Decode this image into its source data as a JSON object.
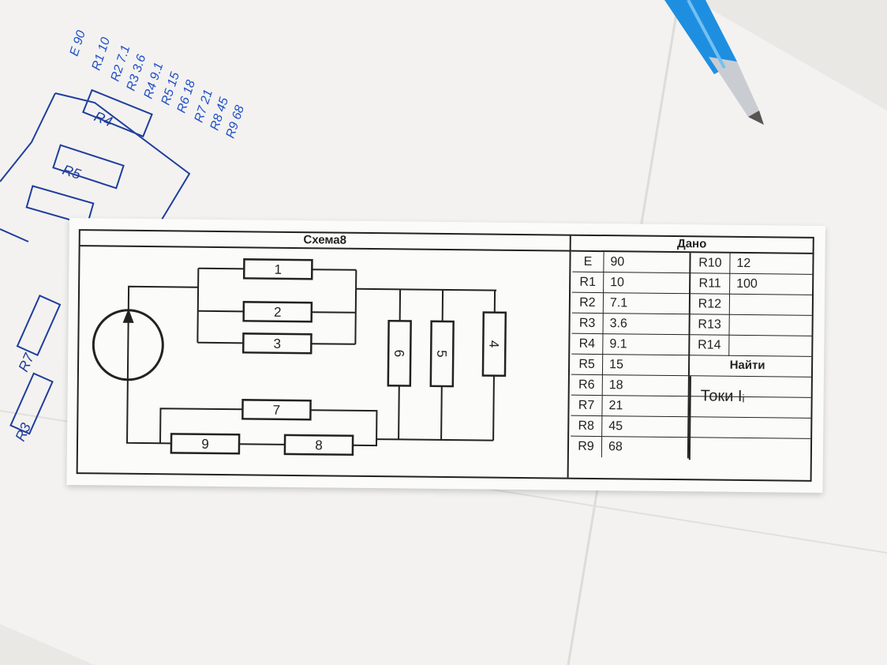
{
  "photo": {
    "background_color": "#d8d6d2",
    "paper_color": "#fbfbfa",
    "pen_color": "#1f6fd6"
  },
  "handwritten_notes": [
    "E 90",
    "R1 10",
    "R2 7.1",
    "R3 3.6",
    "R4 9.1",
    "R5 15",
    "R6 18",
    "R7 21",
    "R8 45",
    "R9 68",
    "R4",
    "R5",
    "R7",
    "R3"
  ],
  "card": {
    "schema_title": "Схема8",
    "resistors": [
      "1",
      "2",
      "3",
      "6",
      "5",
      "4",
      "7",
      "9",
      "8"
    ],
    "given_title": "Дано",
    "given_left": [
      {
        "name": "E",
        "value": "90"
      },
      {
        "name": "R1",
        "value": "10"
      },
      {
        "name": "R2",
        "value": "7.1"
      },
      {
        "name": "R3",
        "value": "3.6"
      },
      {
        "name": "R4",
        "value": "9.1"
      },
      {
        "name": "R5",
        "value": "15"
      },
      {
        "name": "R6",
        "value": "18"
      },
      {
        "name": "R7",
        "value": "21"
      },
      {
        "name": "R8",
        "value": "45"
      },
      {
        "name": "R9",
        "value": "68"
      }
    ],
    "given_right": [
      {
        "name": "R10",
        "value": "12"
      },
      {
        "name": "R11",
        "value": "100"
      },
      {
        "name": "R12",
        "value": ""
      },
      {
        "name": "R13",
        "value": ""
      },
      {
        "name": "R14",
        "value": ""
      }
    ],
    "find_title": "Найти",
    "find_text": "Токи Iᵢ"
  }
}
